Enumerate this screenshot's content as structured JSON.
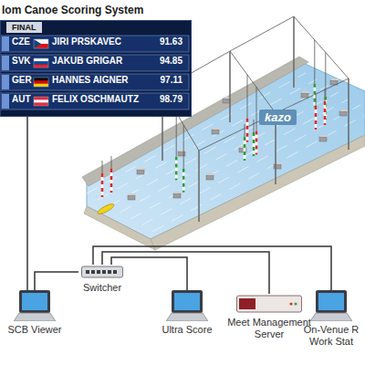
{
  "diagram": {
    "title": "lom Canoe Scoring System",
    "nodes": [
      {
        "text": [
          "FINAL"
        ]
      },
      {
        "text": [
          "SCB Viewer"
        ]
      },
      {
        "text": [
          "Switcher"
        ]
      },
      {
        "text": [
          "Ultra Score"
        ]
      },
      {
        "text": [
          "Meet Management Server"
        ]
      },
      {
        "text": [
          "On-Venue R Work Stat"
        ]
      }
    ],
    "edges": [
      {
        "from": 0,
        "to": 1,
        "arrow": "none"
      },
      {
        "from": 2,
        "to": 1,
        "arrow": "none"
      },
      {
        "from": 2,
        "to": 3,
        "arrow": "none"
      },
      {
        "from": 2,
        "to": 4,
        "arrow": "none"
      },
      {
        "from": 2,
        "to": 5,
        "arrow": "none"
      }
    ],
    "labels": [
      "CZE",
      "JIRI PRSKAVEC",
      "91.63",
      "SVK",
      "JAKUB GRIGAR",
      "94.85",
      "GER",
      "HANNES AIGNER",
      "97.11",
      "AUT",
      "FELIX OSCHMAUTZ",
      "98.79",
      "kazo"
    ]
  }
}
